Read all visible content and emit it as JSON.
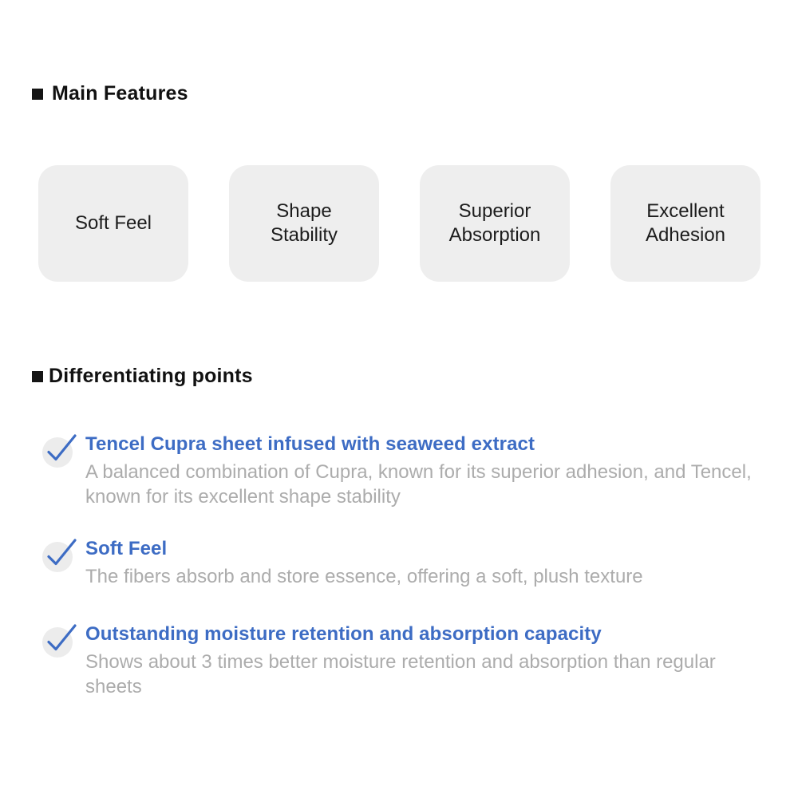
{
  "colors": {
    "accent_blue": "#3d6cc4",
    "card_bg": "#eeeeee",
    "muted_gray": "#acacac",
    "heading_text": "#111111",
    "bullet_black": "#151515",
    "check_circle_bg": "#ececec"
  },
  "main_features": {
    "heading": "Main Features",
    "cards": [
      {
        "label": "Soft Feel"
      },
      {
        "label": "Shape Stability"
      },
      {
        "label": "Superior Absorption"
      },
      {
        "label": "Excellent Adhesion"
      }
    ]
  },
  "differentiating_points": {
    "heading": "Differentiating points",
    "points": [
      {
        "title": "Tencel Cupra sheet infused with seaweed extract",
        "description": "A balanced combination of Cupra, known for its superior adhesion, and Tencel, known for its excellent shape stability"
      },
      {
        "title": "Soft Feel",
        "description": "The fibers absorb and store essence, offering a soft, plush texture"
      },
      {
        "title": "Outstanding moisture retention and absorption capacity",
        "description": "Shows about 3 times better moisture retention and absorption than regular sheets"
      }
    ]
  }
}
